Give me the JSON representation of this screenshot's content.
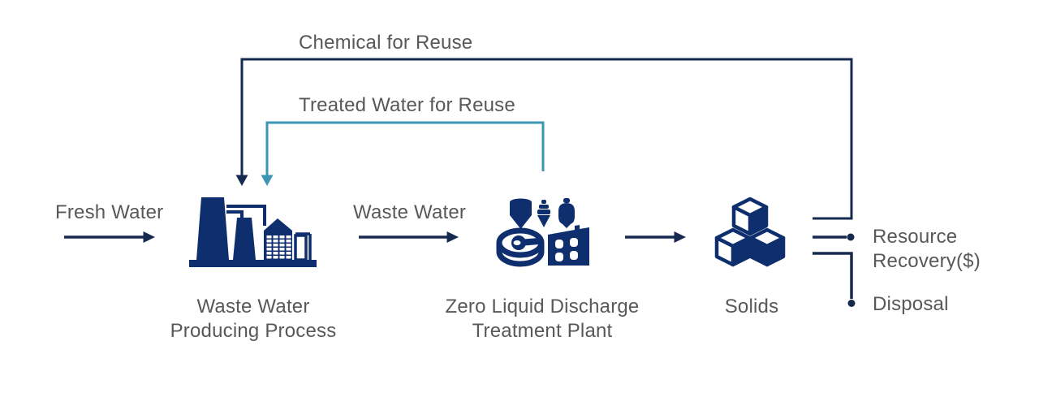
{
  "colors": {
    "line_navy": "#16294f",
    "icon_navy": "#0e2e6e",
    "reuse_teal": "#3b96b4",
    "label_gray": "#58585a",
    "background": "#ffffff"
  },
  "flow": {
    "fresh_water_label": "Fresh Water",
    "waste_water_label": "Waste Water",
    "solids_label": "Solids"
  },
  "reuse_loops": {
    "chemical_label": "Chemical for Reuse",
    "treated_water_label": "Treated Water for Reuse"
  },
  "nodes": {
    "producer_line1": "Waste Water",
    "producer_line2": "Producing Process",
    "treatment_line1": "Zero Liquid Discharge",
    "treatment_line2": "Treatment Plant"
  },
  "outputs": {
    "resource_line1": "Resource",
    "resource_line2": "Recovery($)",
    "disposal_label": "Disposal"
  }
}
